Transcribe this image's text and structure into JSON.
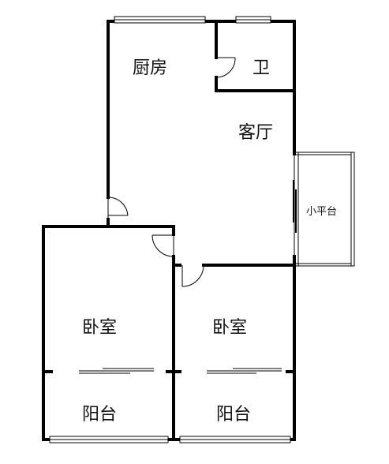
{
  "rooms": {
    "kitchen": "厨房",
    "toilet": "卫",
    "living_room": "客厅",
    "small_terrace": "小平台",
    "bedroom_left": "卧室",
    "bedroom_right": "卧室",
    "balcony_left": "阳台",
    "balcony_right": "阳台"
  },
  "colors": {
    "wall": "#000000",
    "window": "#000000",
    "background": "#ffffff"
  }
}
